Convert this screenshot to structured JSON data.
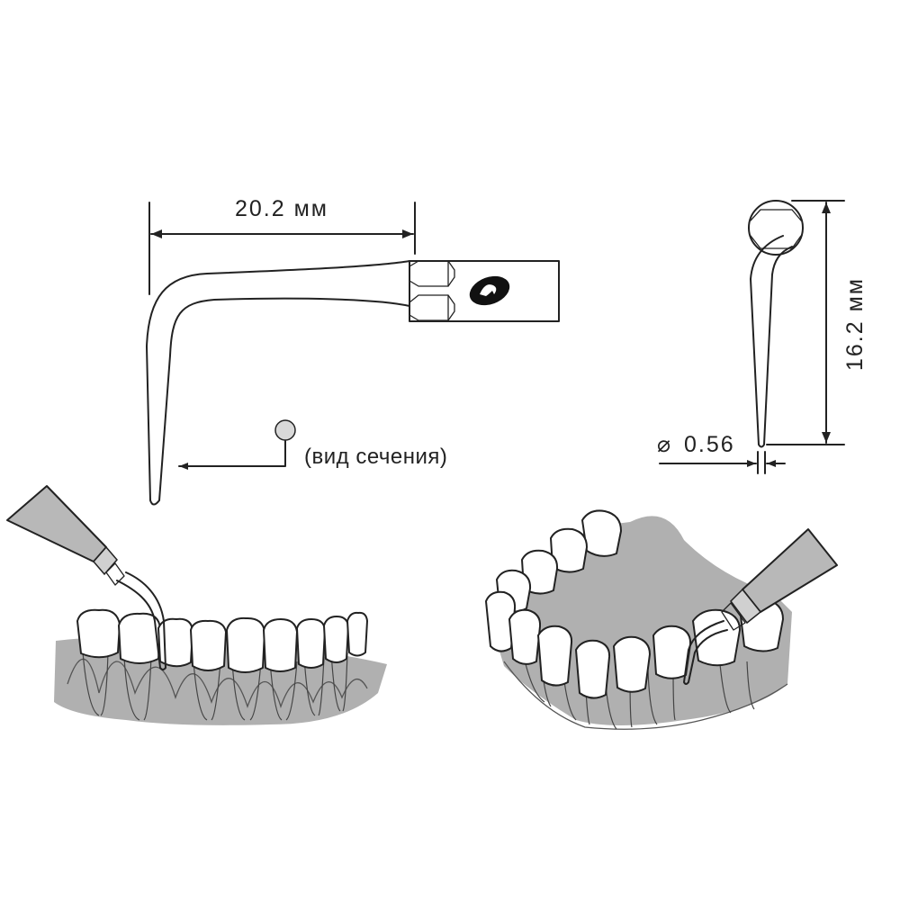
{
  "figure": {
    "side_view": {
      "length_label": "20.2 мм"
    },
    "section": {
      "label": "(вид сечения)"
    },
    "front_view": {
      "height_label": "16.2 мм",
      "diameter_symbol": "⌀",
      "diameter_value": "0.56"
    }
  },
  "colors": {
    "line": "#222222",
    "gum": "#b0b0b0",
    "section_fill": "#d9d9d9",
    "logo": "#111111"
  }
}
